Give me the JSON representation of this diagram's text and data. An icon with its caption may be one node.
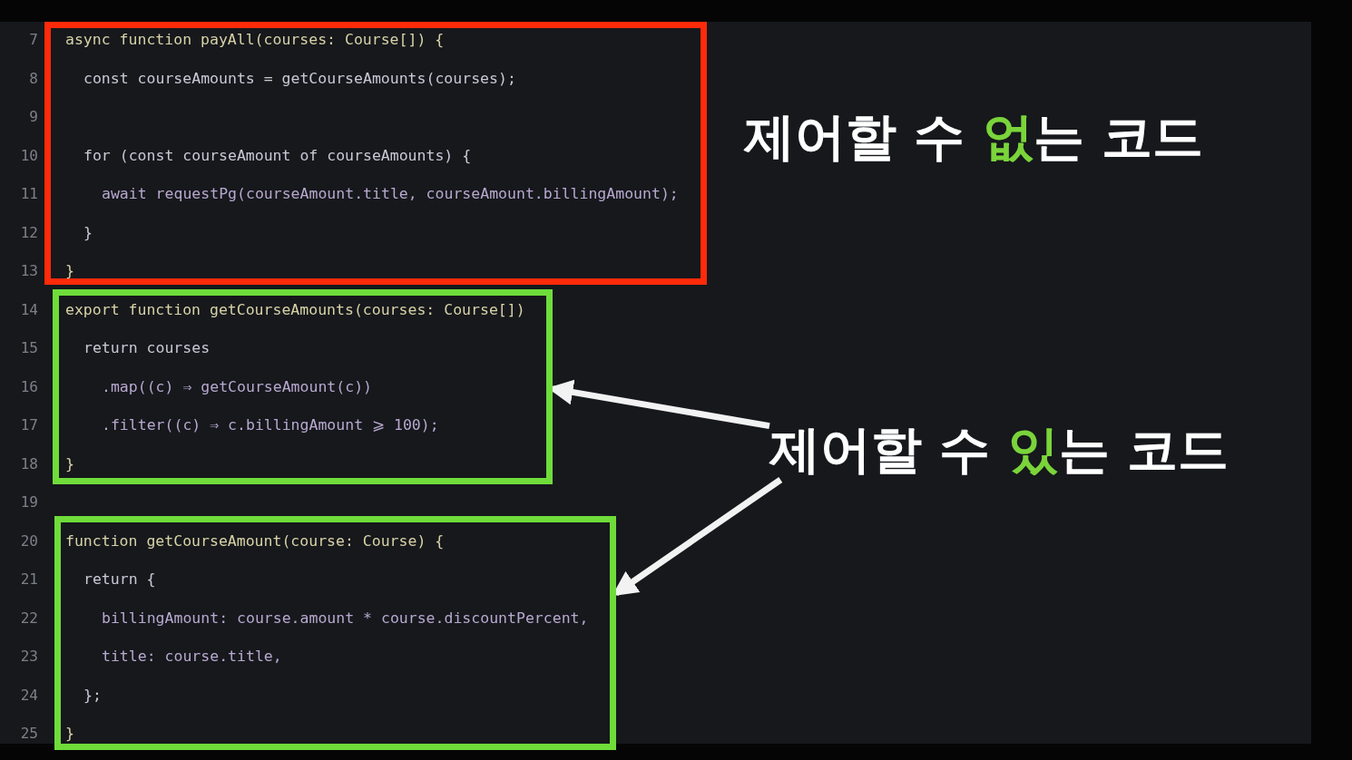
{
  "diagram": {
    "nodes": [
      {
        "text": [
          "async function payAll(courses: Course[]) {",
          "const courseAmounts = getCourseAmounts(courses);",
          "for (const courseAmount of courseAmounts) {",
          "await requestPg(courseAmount.title, courseAmount.billingAmount);",
          "}",
          "}"
        ]
      },
      {
        "text": [
          "export function getCourseAmounts(courses: Course[])",
          "return courses",
          ".map((c) ⇒ getCourseAmount(c))",
          ".filter((c) ⇒ c.billingAmount ⩾ 100);",
          "}"
        ]
      },
      {
        "text": [
          "function getCourseAmount(course: Course) {",
          "return {",
          "billingAmount: course.amount * course.discountPercent,",
          "title: course.title,",
          "};",
          "}"
        ]
      },
      {
        "text": [
          "제어할 수 **없**는 코드"
        ]
      },
      {
        "text": [
          "제어할 수 **있**는 코드"
        ]
      }
    ],
    "edges": [
      {
        "from": 4,
        "to": 1,
        "arrow": "to"
      },
      {
        "from": 4,
        "to": 2,
        "arrow": "to"
      }
    ],
    "labels": [
      "7",
      "8",
      "9",
      "10",
      "11",
      "12",
      "13",
      "14",
      "15",
      "16",
      "17",
      "18",
      "19",
      "20",
      "21",
      "22",
      "23",
      "24",
      "25"
    ]
  }
}
